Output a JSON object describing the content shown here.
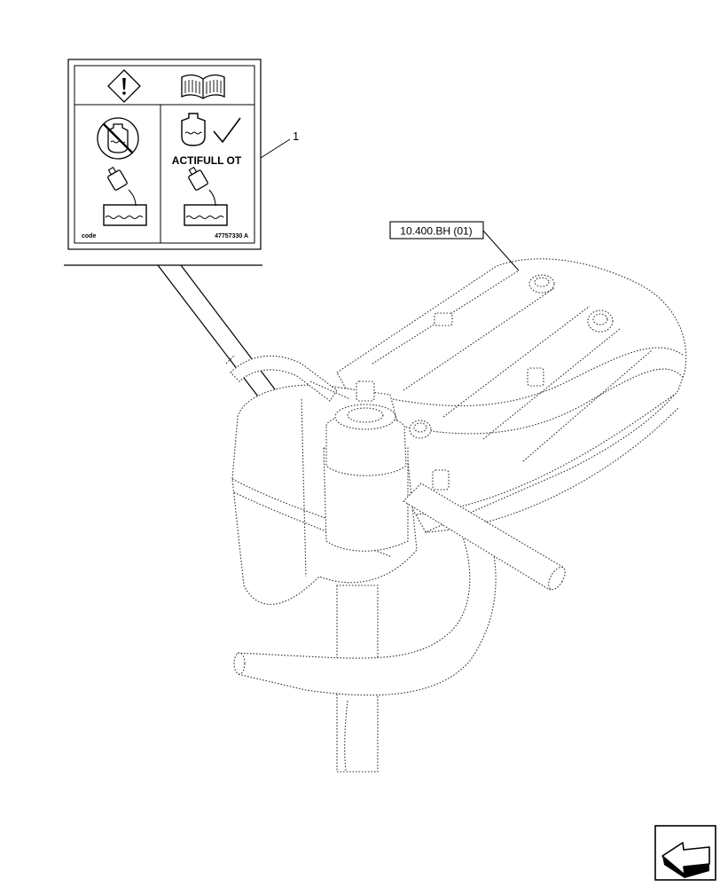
{
  "decal": {
    "brand_text": "ACTIFULL OT",
    "code_text": "code",
    "part_number": "47757330 A",
    "icons": [
      "warning-diamond-icon",
      "manual-book-icon",
      "no-coolant-tank-icon",
      "coolant-tank-icon",
      "checkmark-icon",
      "pour-bottle-icon",
      "reservoir-icon"
    ]
  },
  "callouts": {
    "item_number": "1",
    "reference": "10.400.BH (01)"
  },
  "nav": {
    "icon": "back-arrow-icon"
  }
}
